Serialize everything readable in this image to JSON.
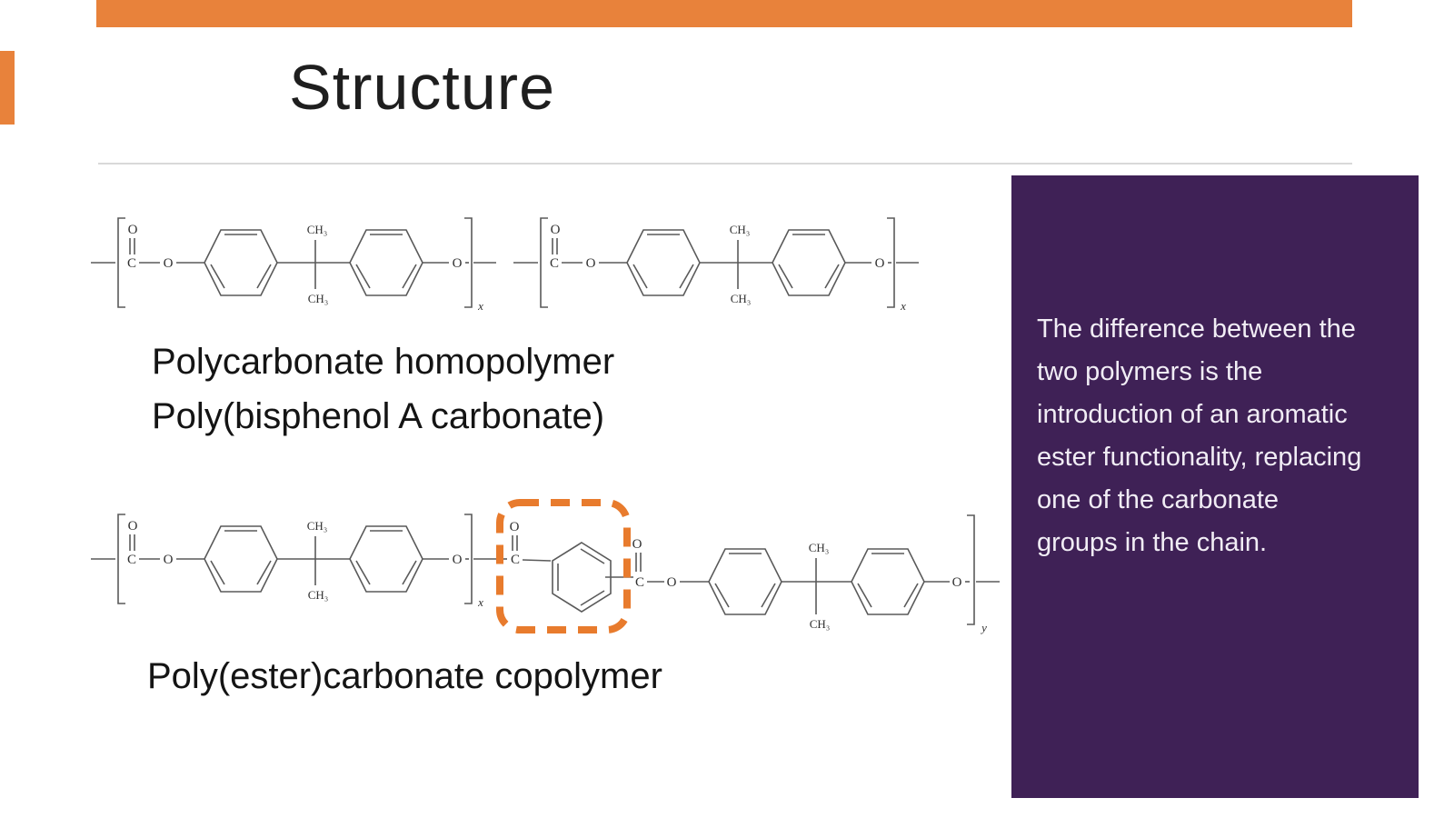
{
  "slide": {
    "title": "Structure",
    "colors": {
      "accent_orange": "#E8823B",
      "note_purple": "#3F2156",
      "highlight_orange": "#E87B2D",
      "divider_gray": "#D9D9D9"
    }
  },
  "structures": {
    "homopolymer": {
      "caption_line1": "Polycarbonate homopolymer",
      "caption_line2": "Poly(bisphenol A carbonate)"
    },
    "copolymer": {
      "caption": "Poly(ester)carbonate copolymer"
    },
    "atoms": {
      "carbon": "C",
      "oxygen": "O",
      "methyl": "CH₃",
      "repeat_x": "x",
      "repeat_y": "y"
    }
  },
  "note_panel": {
    "text": "The difference between the two polymers is the introduction of an aromatic ester functionality, replacing one of the carbonate groups in the chain."
  }
}
